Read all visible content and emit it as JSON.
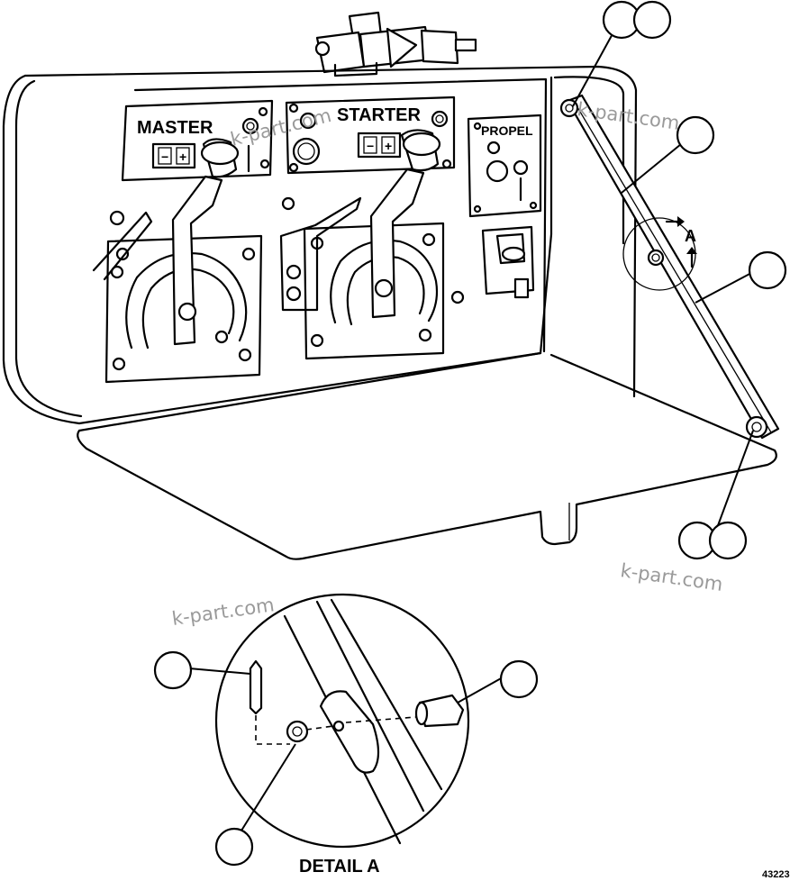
{
  "panel": {
    "master_label": "MASTER",
    "starter_label": "STARTER",
    "propel_label": "PROPEL",
    "battery_minus": "−",
    "battery_plus": "+"
  },
  "detail": {
    "view_letter": "A",
    "caption": "DETAIL A"
  },
  "watermarks": [
    "k-part.com",
    "k-part.com",
    "k-part.com",
    "k-part.com"
  ],
  "figure_number": "43223",
  "callouts": {
    "count": 9,
    "numbers": [
      "",
      "",
      "",
      "",
      "",
      "",
      "",
      "",
      ""
    ]
  },
  "colors": {
    "line": "#000000",
    "background": "#ffffff",
    "watermark": "#9a9a9a"
  }
}
